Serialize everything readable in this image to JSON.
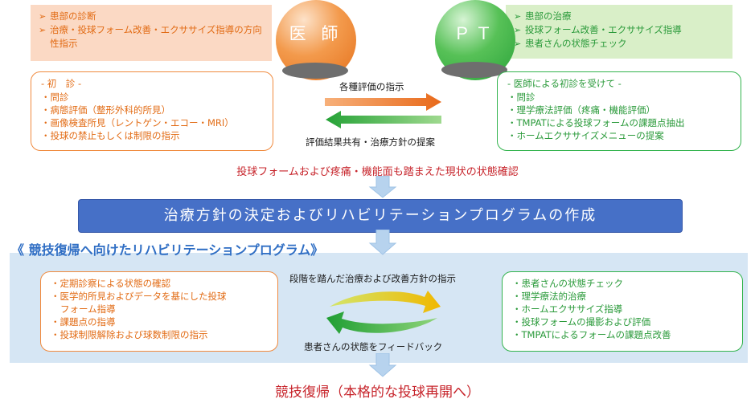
{
  "doctor": {
    "name": "医 師",
    "roles": [
      "患部の診断",
      "治療・投球フォーム改善・エクササイズ指導の方向性指示"
    ],
    "exam": {
      "title": "- 初　診 -",
      "items": [
        "・問診",
        "・病態評価（整形外科的所見）",
        "・画像検査所見（レントゲン・エコー・MRI）",
        "・投球の禁止もしくは制限の指示"
      ]
    }
  },
  "pt": {
    "name": "ＰＴ",
    "roles": [
      "患部の治療",
      "投球フォーム改善・エクササイズ指導",
      "患者さんの状態チェック"
    ],
    "exam": {
      "title": "- 医師による初診を受けて -",
      "items": [
        "・問診",
        "・理学療法評価（疼痛・機能評価）",
        "・TMPATによる投球フォームの課題点抽出",
        "・ホームエクササイズメニューの提案"
      ]
    }
  },
  "flow": {
    "eval_instruction": "各種評価の指示",
    "eval_share": "評価結果共有・治療方針の提案",
    "confirm": "投球フォームおよび疼痛・機能面も踏まえた現状の状態確認",
    "banner": "治療方針の決定およびリハビリテーションプログラムの作成",
    "rehab_title": "《 競技復帰へ向けたリハビリテーションプログラム》",
    "stepwise": "段階を踏んだ治療および改善方針の指示",
    "feedback": "患者さんの状態をフィードバック",
    "goal": "競技復帰（本格的な投球再開へ）"
  },
  "rehab": {
    "doctor_items": [
      "・定期診察による状態の確認",
      "・医学的所見およびデータを基にした投球",
      "フォーム指導",
      "・課題点の指導",
      "・投球制限解除および球数制限の指示"
    ],
    "pt_items": [
      "・患者さんの状態チェック",
      "・理学療法的治療",
      "・ホームエクササイズ指導",
      "・投球フォームの撮影および評価",
      "・TMPATによるフォームの課題点改善"
    ]
  },
  "colors": {
    "doctor": "#e26b14",
    "pt": "#2a9a3a",
    "banner": "#4670c7",
    "flow_arrow": "#b7d3ee",
    "emphasis": "#c7242b",
    "rehab_title": "#2f6ec4"
  }
}
